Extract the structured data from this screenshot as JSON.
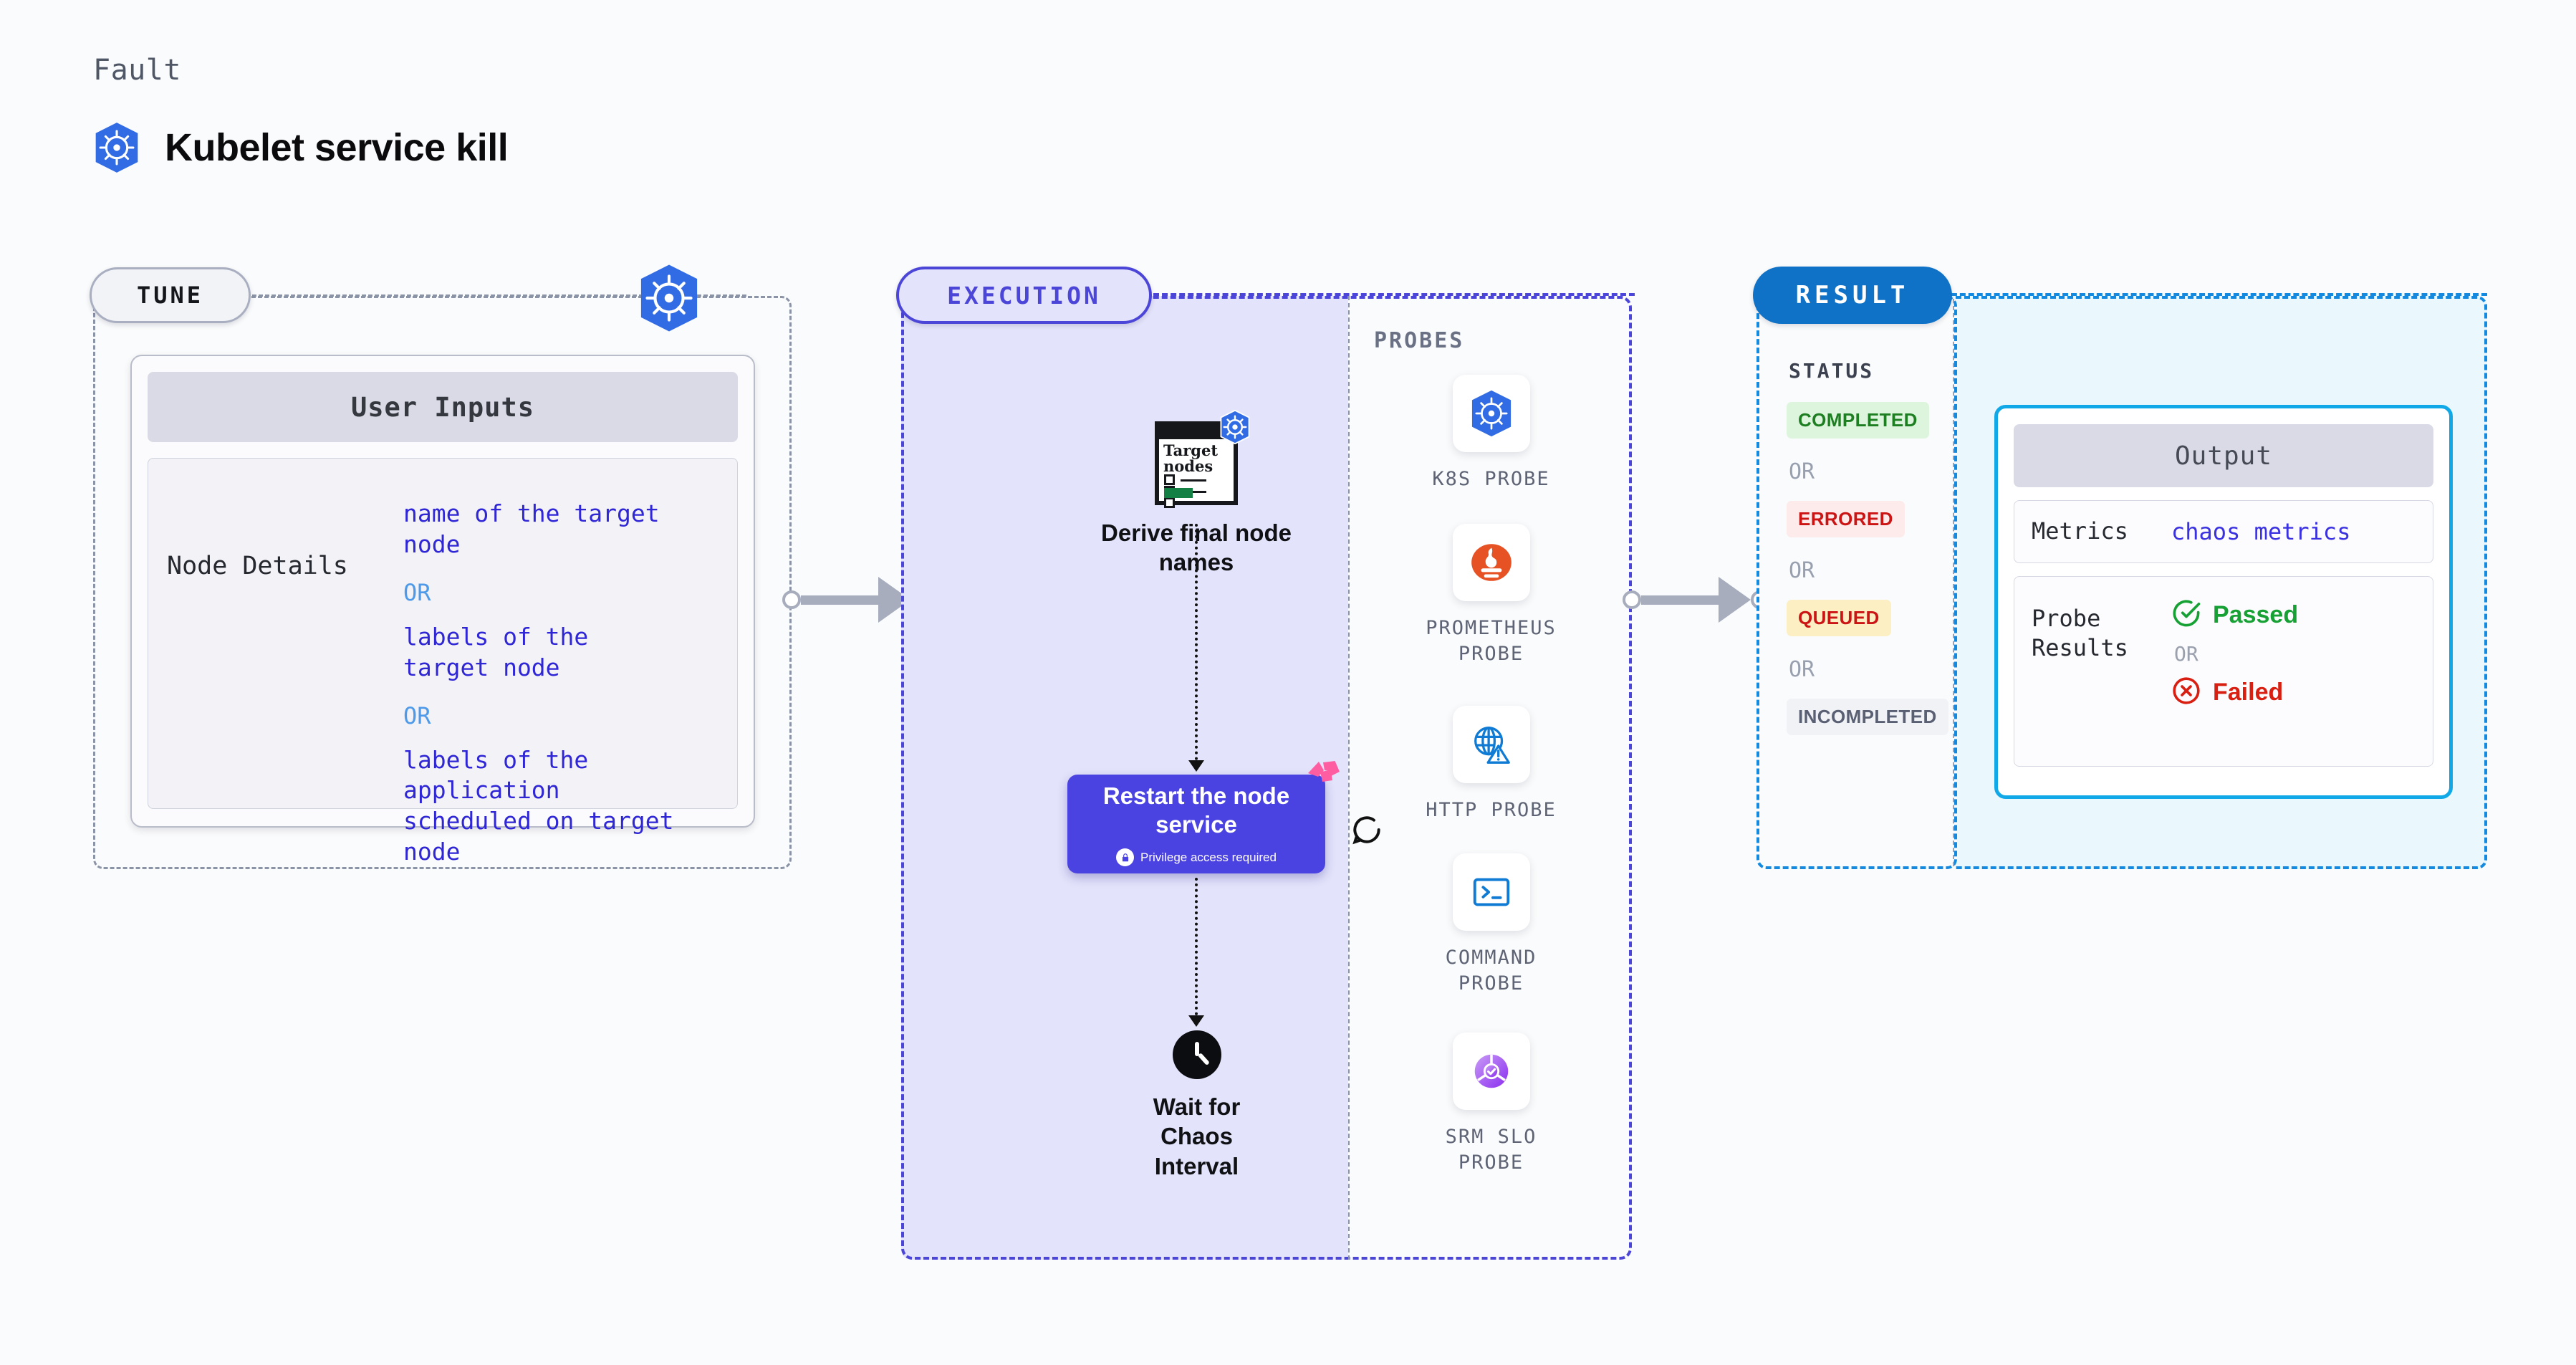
{
  "header": {
    "eyebrow": "Fault",
    "title": "Kubelet service kill",
    "icon": "kubernetes-icon"
  },
  "tune": {
    "pill_label": "TUNE",
    "badge_icon": "kubernetes-icon",
    "card": {
      "header": "User Inputs",
      "rows": [
        {
          "key": "Node Details",
          "values": [
            "name of the target\nnode",
            "labels of the\ntarget node",
            "labels of the application\n scheduled on target node"
          ],
          "separator": "OR"
        }
      ]
    }
  },
  "execution": {
    "pill_label": "EXECUTION",
    "nodes": [
      {
        "id": "derive-final-node-names",
        "icon": "target-nodes-document-icon",
        "doc_title": "Target nodes",
        "badge_icon": "kubernetes-icon",
        "caption": "Derive final node\nnames"
      },
      {
        "id": "restart-the-node-service",
        "title": "Restart the node service",
        "note": "Privilege access required",
        "note_icon": "lock-icon",
        "corner_icon": "harness-logo-icon",
        "side_icon": "refresh-loop-icon"
      },
      {
        "id": "wait-for-chaos-interval",
        "icon": "clock-icon",
        "caption": "Wait for Chaos\nInterval"
      }
    ],
    "probes": {
      "label": "PROBES",
      "items": [
        {
          "name": "K8S PROBE",
          "icon": "kubernetes-icon"
        },
        {
          "name": "PROMETHEUS PROBE",
          "icon": "prometheus-icon"
        },
        {
          "name": "HTTP PROBE",
          "icon": "globe-warning-icon"
        },
        {
          "name": "COMMAND PROBE",
          "icon": "terminal-icon"
        },
        {
          "name": "SRM SLO PROBE",
          "icon": "srm-slo-icon"
        }
      ]
    }
  },
  "result": {
    "pill_label": "RESULT",
    "status_title": "STATUS",
    "separator": "OR",
    "statuses": [
      {
        "label": "COMPLETED",
        "fg": "#1e7e22",
        "bg": "#ddf5dc"
      },
      {
        "label": "ERRORED",
        "fg": "#cb1414",
        "bg": "#fdeaea"
      },
      {
        "label": "QUEUED",
        "fg": "#cb1414",
        "bg": "#fcefc4"
      },
      {
        "label": "INCOMPLETED",
        "fg": "#5a6074",
        "bg": "#f1f2f6"
      }
    ],
    "output": {
      "header": "Output",
      "metrics_key": "Metrics",
      "metrics_value": "chaos metrics",
      "probe_key": "Probe\nResults",
      "passed": "Passed",
      "failed": "Failed",
      "separator": "OR",
      "passed_icon": "check-circle-icon",
      "failed_icon": "x-circle-icon"
    }
  },
  "colors": {
    "execution_accent": "#4c46d8",
    "result_accent": "#1489e0",
    "output_border": "#11a8e8",
    "restart_box": "#4b42e2",
    "harness_pink": "#ff5da2",
    "k8s_blue": "#326ce5"
  }
}
